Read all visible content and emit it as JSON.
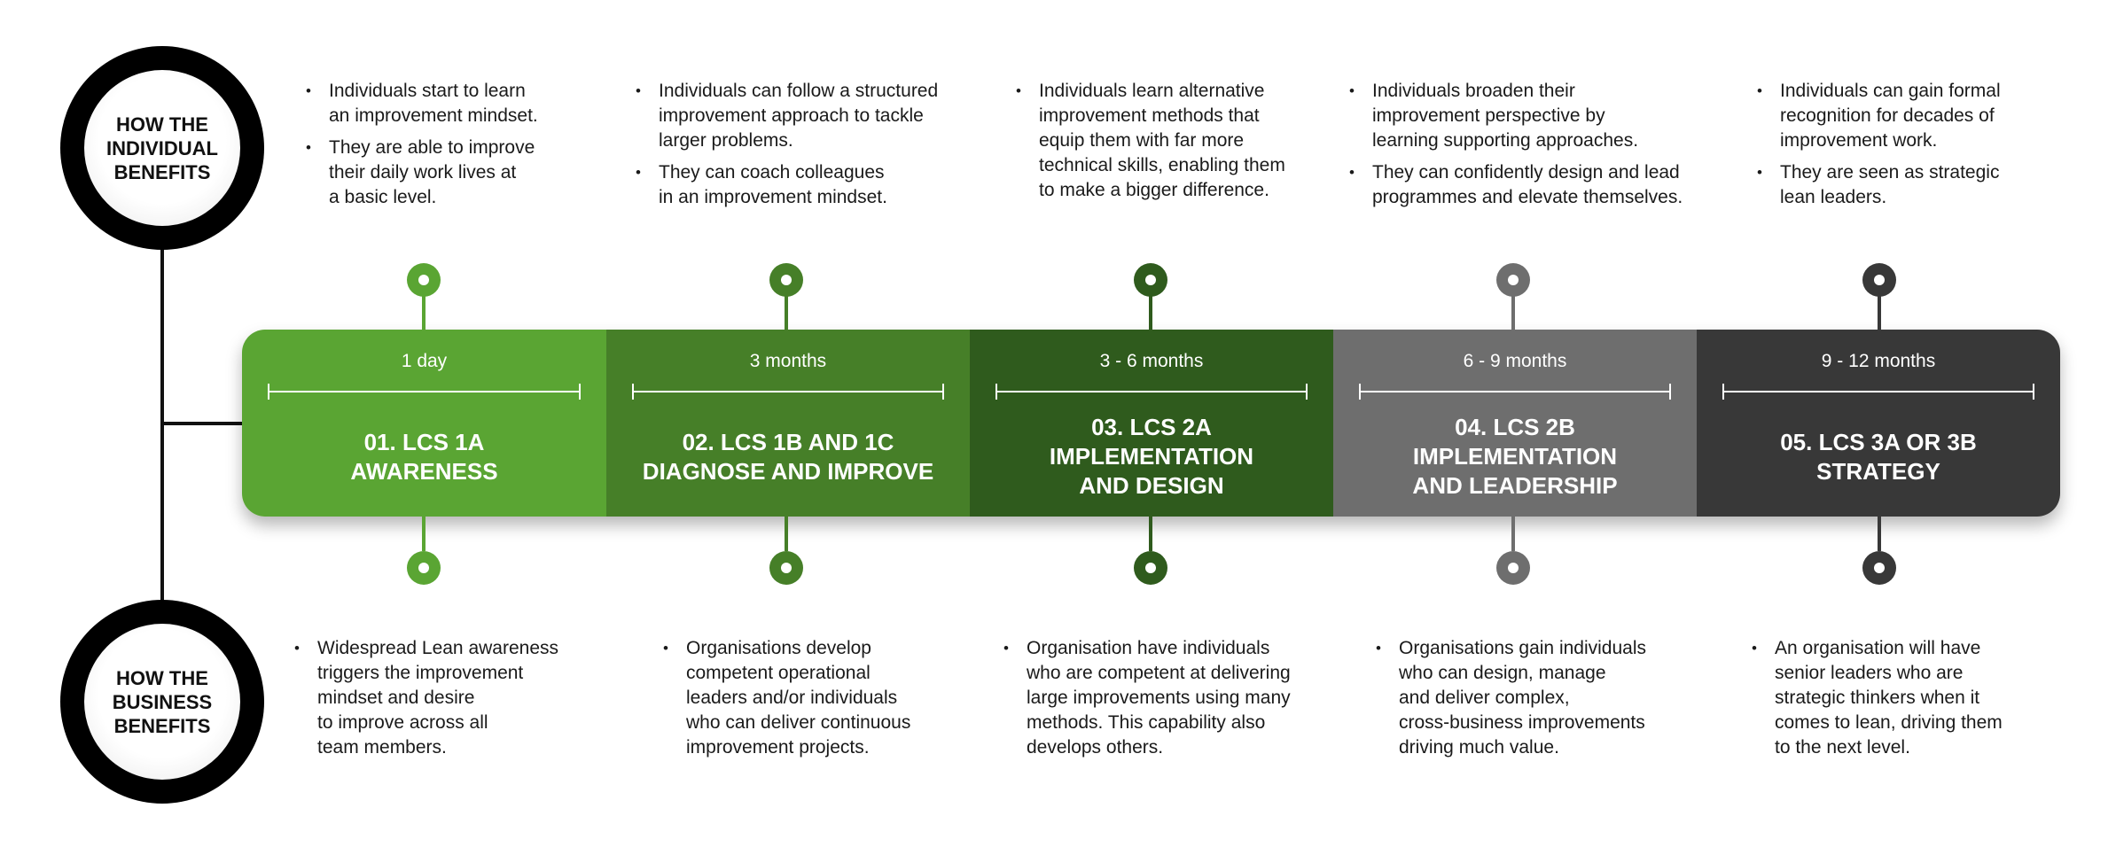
{
  "individual_badge": {
    "lines": [
      "HOW THE",
      "INDIVIDUAL",
      "BENEFITS"
    ]
  },
  "business_badge": {
    "lines": [
      "HOW THE",
      "BUSINESS",
      "BENEFITS"
    ]
  },
  "stages": [
    {
      "duration": "1 day",
      "title_lines": [
        "01. LCS 1A",
        "AWARENESS"
      ],
      "color": "#5aa533",
      "individual_bullets": [
        [
          "Individuals start to learn",
          "an improvement mindset."
        ],
        [
          "They are able to improve",
          "their daily work lives at",
          "a basic level."
        ]
      ],
      "business_bullets": [
        [
          "Widespread Lean awareness",
          "triggers the improvement",
          "mindset and desire",
          "to improve across all",
          "team members."
        ]
      ]
    },
    {
      "duration": "3 months",
      "title_lines": [
        "02. LCS 1B AND 1C",
        "DIAGNOSE AND IMPROVE"
      ],
      "color": "#467f28",
      "individual_bullets": [
        [
          "Individuals can follow a structured",
          "improvement approach to tackle",
          "larger problems."
        ],
        [
          "They can coach colleagues",
          "in an improvement mindset."
        ]
      ],
      "business_bullets": [
        [
          "Organisations develop",
          "competent operational",
          "leaders and/or individuals",
          "who can deliver continuous",
          "improvement projects."
        ]
      ]
    },
    {
      "duration": "3 - 6 months",
      "title_lines": [
        "03. LCS 2A",
        "IMPLEMENTATION",
        "AND DESIGN"
      ],
      "color": "#2f5b1d",
      "individual_bullets": [
        [
          "Individuals learn alternative",
          "improvement methods that",
          "equip them with far more",
          "technical skills, enabling them",
          "to make a bigger difference."
        ]
      ],
      "business_bullets": [
        [
          "Organisation have individuals",
          "who are competent at delivering",
          "large improvements using many",
          "methods.  This capability also",
          "develops others."
        ]
      ]
    },
    {
      "duration": "6 - 9 months",
      "title_lines": [
        "04. LCS 2B",
        "IMPLEMENTATION",
        "AND LEADERSHIP"
      ],
      "color": "#6e6e6e",
      "individual_bullets": [
        [
          "Individuals broaden their",
          "improvement perspective by",
          "learning supporting approaches."
        ],
        [
          "They can confidently design and lead",
          "programmes and elevate themselves."
        ]
      ],
      "business_bullets": [
        [
          "Organisations gain individuals",
          "who can design, manage",
          "and deliver complex,",
          "cross-business improvements",
          "driving much value."
        ]
      ]
    },
    {
      "duration": "9 - 12 months",
      "title_lines": [
        "05. LCS 3A OR 3B",
        "STRATEGY"
      ],
      "color": "#383838",
      "individual_bullets": [
        [
          "Individuals can gain formal",
          "recognition for decades of",
          "improvement work."
        ],
        [
          "They are seen as strategic",
          "lean leaders."
        ]
      ],
      "business_bullets": [
        [
          "An organisation will have",
          "senior leaders who are",
          "strategic thinkers when it",
          "comes to lean, driving them",
          "to the next level."
        ]
      ]
    }
  ]
}
